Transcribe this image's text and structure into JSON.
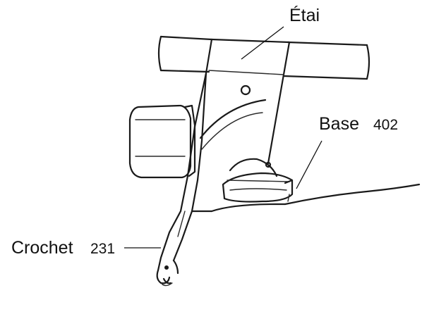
{
  "labels": {
    "etai": "Étai",
    "base_word": "Base",
    "base_number": "402",
    "crochet_word": "Crochet",
    "crochet_number": "231"
  }
}
